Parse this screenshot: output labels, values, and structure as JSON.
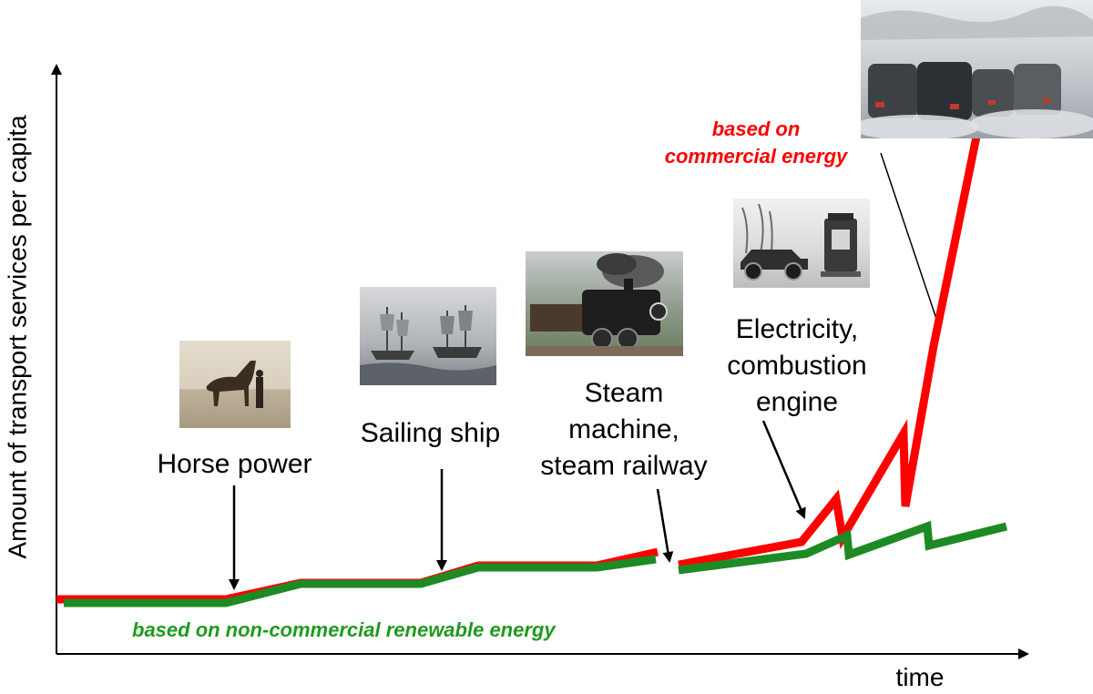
{
  "axes": {
    "y_label": "Amount of  transport  services  per capita",
    "x_label": "time"
  },
  "stages": {
    "horse": "Horse power",
    "sailing": "Sailing ship",
    "steam_line1": "Steam",
    "steam_line2": "machine,",
    "steam_line3": "steam railway",
    "electric_line1": "Electricity,",
    "electric_line2": "combustion",
    "electric_line3": "engine"
  },
  "notes": {
    "commercial_line1": "based on",
    "commercial_line2": "commercial  energy",
    "renewable": "based  on non-commercial  renewable energy"
  },
  "colors": {
    "commercial": "#ff0000",
    "renewable": "#1e8a24",
    "renewable_text": "#1f9a1f",
    "axis": "#000000"
  },
  "photos": {
    "horse": "horse-photo",
    "sailing": "sailing-ships-photo",
    "steam": "steam-locomotive-photo",
    "car": "vintage-car-photo",
    "traffic": "traffic-exhaust-photo"
  }
}
